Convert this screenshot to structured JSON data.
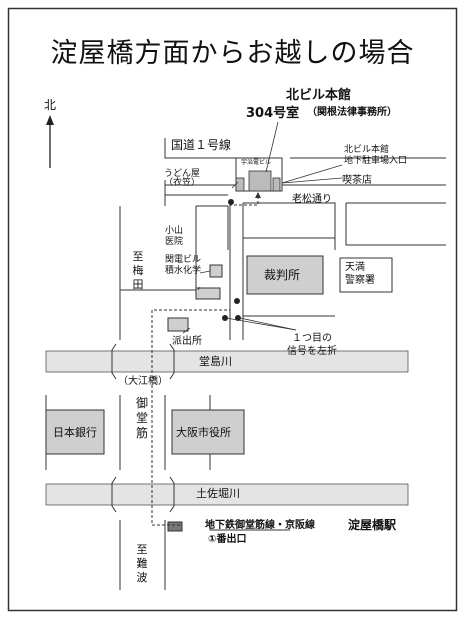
{
  "title": "淀屋橋方面からお越しの場合",
  "compass": {
    "label": "北",
    "icon": "north-arrow-icon"
  },
  "destination": {
    "building": "北ビル本館",
    "room": "304号室",
    "office": "（関根法律事務所）",
    "small_sign": "宇治電ビル"
  },
  "roads": {
    "kokudo": "国道１号線",
    "oimatsu": "老松通り",
    "umeda_dir": "至梅田",
    "midosuji": "御堂筋",
    "namba_dir": "至難波",
    "okoebashi": "（大江橋）"
  },
  "rivers": {
    "dojima": "堂島川",
    "tosabori": "土佐堀川"
  },
  "places": {
    "udon": "うどん屋\n（衣笠）",
    "kissa": "喫茶店",
    "parking": "北ビル本館\n地下駐車場入口",
    "koyama": "小山\n医院",
    "kanden": "関電ビル\n積水化学",
    "court": "裁判所",
    "police": "天満\n警察署",
    "koban": "派出所",
    "boj": "日本銀行",
    "city_hall": "大阪市役所"
  },
  "annotations": {
    "turn_left": "１つ目の\n信号を左折"
  },
  "station": {
    "lines": "地下鉄御堂筋線・京阪線",
    "name": "淀屋橋駅",
    "exit": "①番出口"
  },
  "colors": {
    "block_fill": "#cfcfcf",
    "river_fill": "#e4e4e4",
    "line": "#333333"
  }
}
